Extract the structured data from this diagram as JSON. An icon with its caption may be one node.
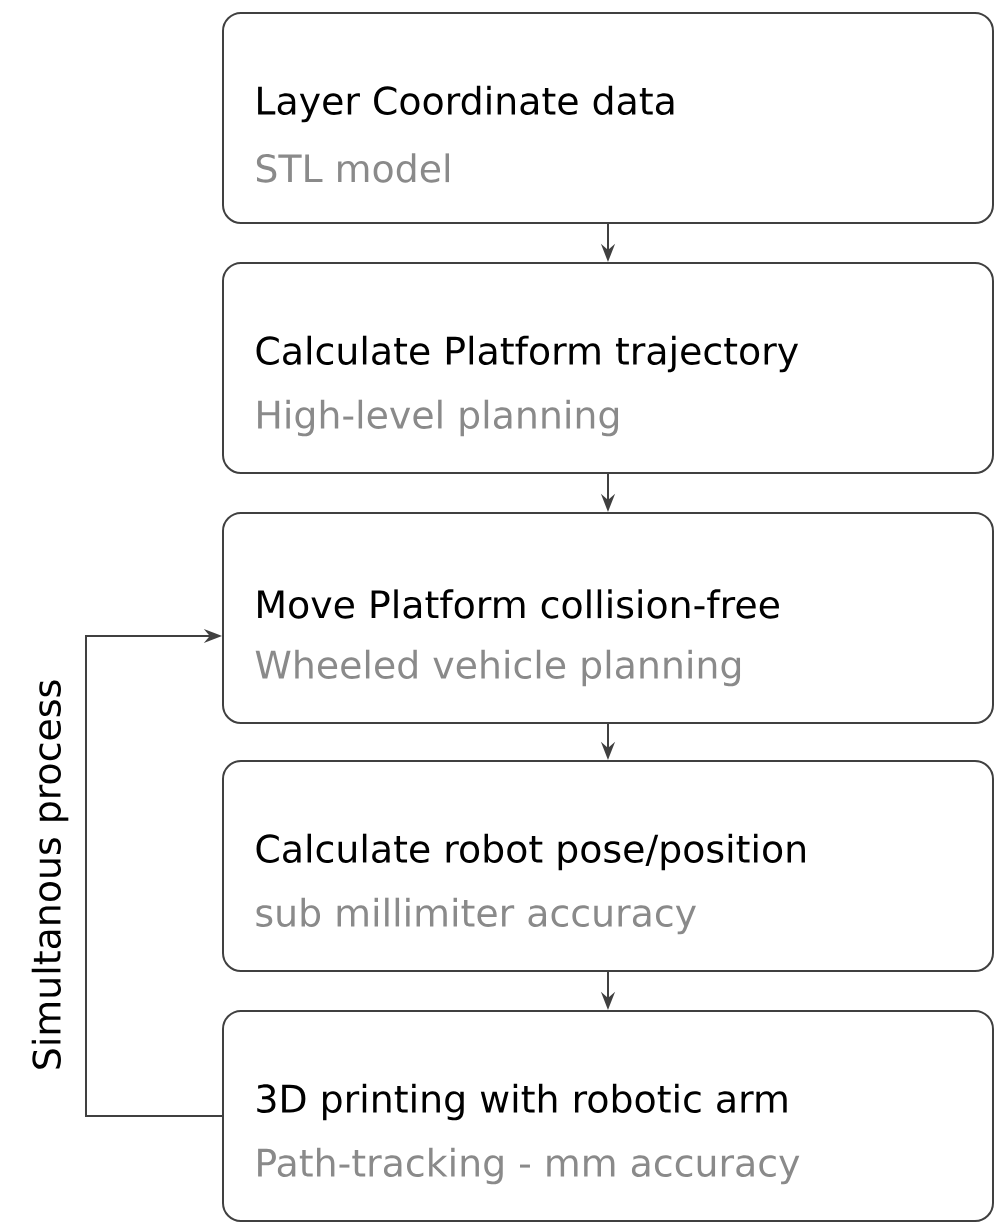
{
  "diagram": {
    "nodes": [
      {
        "text": [
          "Layer Coordinate data",
          "STL model"
        ]
      },
      {
        "text": [
          "Calculate Platform trajectory",
          "High-level planning"
        ]
      },
      {
        "text": [
          "Move Platform collision-free",
          "Wheeled vehicle planning"
        ]
      },
      {
        "text": [
          "Calculate robot pose/position",
          "sub millimiter accuracy"
        ]
      },
      {
        "text": [
          "3D printing with robotic arm",
          "Path-tracking - mm accuracy"
        ]
      }
    ],
    "edges": [
      {
        "from": 0,
        "to": 1,
        "arrow": "to"
      },
      {
        "from": 1,
        "to": 2,
        "arrow": "to"
      },
      {
        "from": 2,
        "to": 3,
        "arrow": "to"
      },
      {
        "from": 3,
        "to": 4,
        "arrow": "to"
      },
      {
        "from": 4,
        "to": 2,
        "arrow": "to",
        "label": "Simultanous process"
      }
    ]
  }
}
